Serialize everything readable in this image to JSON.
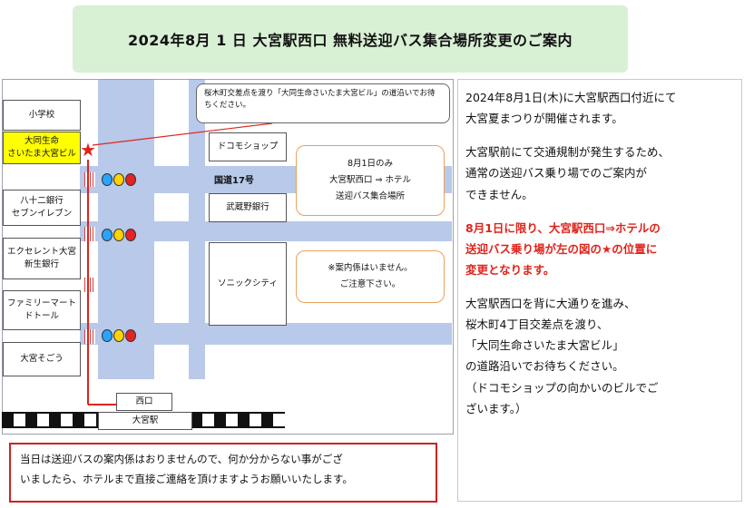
{
  "title": "2024年8月 1 日 大宮駅西口 無料送迎バス集合場所変更のご案内",
  "map": {
    "callout_text": "桜木町交差点を渡り「大同生命さいたま大宮ビル」の道沿いでお待ちください。",
    "road_label": "国道17号",
    "buildings_left": [
      "小学校",
      "大同生命\nさいたま大宮ビル",
      "八十二銀行\nセブンイレブン",
      "エクセレント大宮\n新生銀行",
      "ファミリーマート\nドトール",
      "大宮そごう"
    ],
    "buildings_right": [
      "ドコモショップ",
      "武蔵野銀行",
      "ソニックシティ"
    ],
    "info_box": [
      "8月1日のみ",
      "大宮駅西口 ⇒ ホテル",
      "送迎バス集合場所"
    ],
    "staff_box": [
      "※案内係はいません。",
      "ご注意下さい。"
    ],
    "west_exit": "西口",
    "station": "大宮駅",
    "star": "★",
    "colors": {
      "road": "#b8c9ea",
      "highlight": "#ffff00",
      "route": "#e0231a"
    }
  },
  "right_panel": {
    "p1": [
      "2024年8月1日(木)に大宮駅西口付近にて",
      "大宮夏まつりが開催されます。"
    ],
    "p2": [
      "大宮駅前にて交通規制が発生するため、",
      "通常の送迎バス乗り場でのご案内が",
      "できません。"
    ],
    "p3": [
      "8月1日に限り、大宮駅西口⇒ホテルの",
      "送迎バス乗り場が左の図の★の位置に",
      "変更となります。"
    ],
    "p4": [
      "大宮駅西口を背に大通りを進み、",
      "桜木町4丁目交差点を渡り、",
      "「大同生命さいたま大宮ビル」",
      "の道路沿いでお待ちください。",
      "（ドコモショップの向かいのビルでご",
      "ざいます。）"
    ]
  },
  "notice": [
    "当日は送迎バスの案内係はおりませんので、何か分からない事がござ",
    "いましたら、ホテルまで直接ご連絡を頂けますようお願いいたします。"
  ]
}
